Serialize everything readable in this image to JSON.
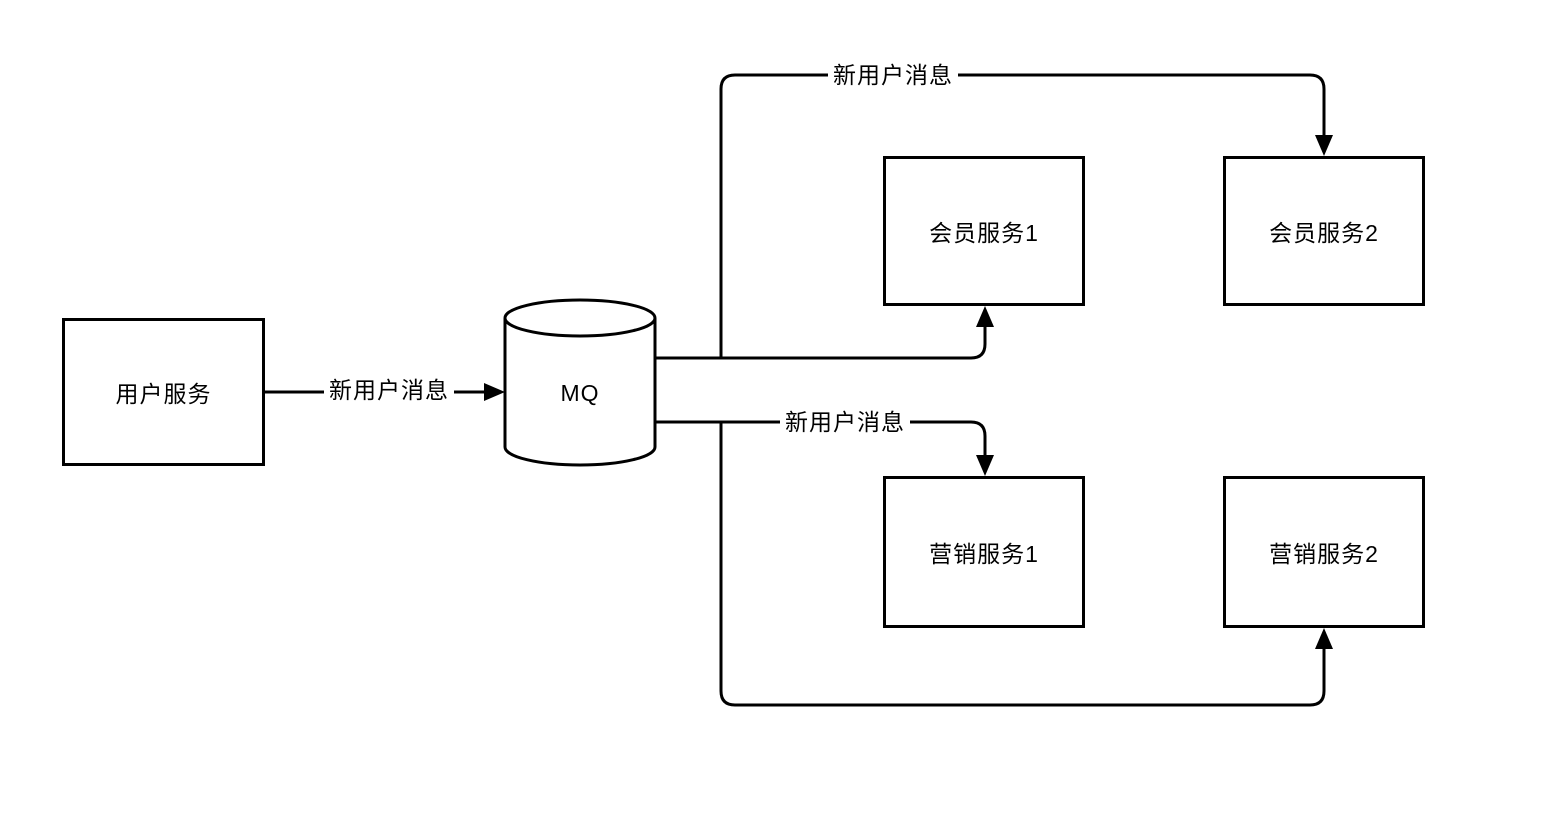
{
  "nodes": {
    "user_service": {
      "label": "用户服务"
    },
    "mq": {
      "label": "MQ"
    },
    "member_service_1": {
      "label": "会员服务1"
    },
    "member_service_2": {
      "label": "会员服务2"
    },
    "marketing_service_1": {
      "label": "营销服务1"
    },
    "marketing_service_2": {
      "label": "营销服务2"
    }
  },
  "edges": {
    "user_service_to_mq": {
      "from": "用户服务",
      "to": "MQ",
      "label": "新用户消息"
    },
    "mq_to_member_service_1": {
      "from": "MQ",
      "to": "会员服务1",
      "label": ""
    },
    "mq_to_member_service_2": {
      "from": "MQ",
      "to": "会员服务2",
      "label": "新用户消息"
    },
    "mq_to_marketing_service_1": {
      "from": "MQ",
      "to": "营销服务1",
      "label": "新用户消息"
    },
    "mq_to_marketing_service_2": {
      "from": "MQ",
      "to": "营销服务2",
      "label": ""
    }
  },
  "colors": {
    "stroke": "#000000",
    "shape_fill": "#ffffff",
    "text": "#000000",
    "background": "#ffffff"
  }
}
